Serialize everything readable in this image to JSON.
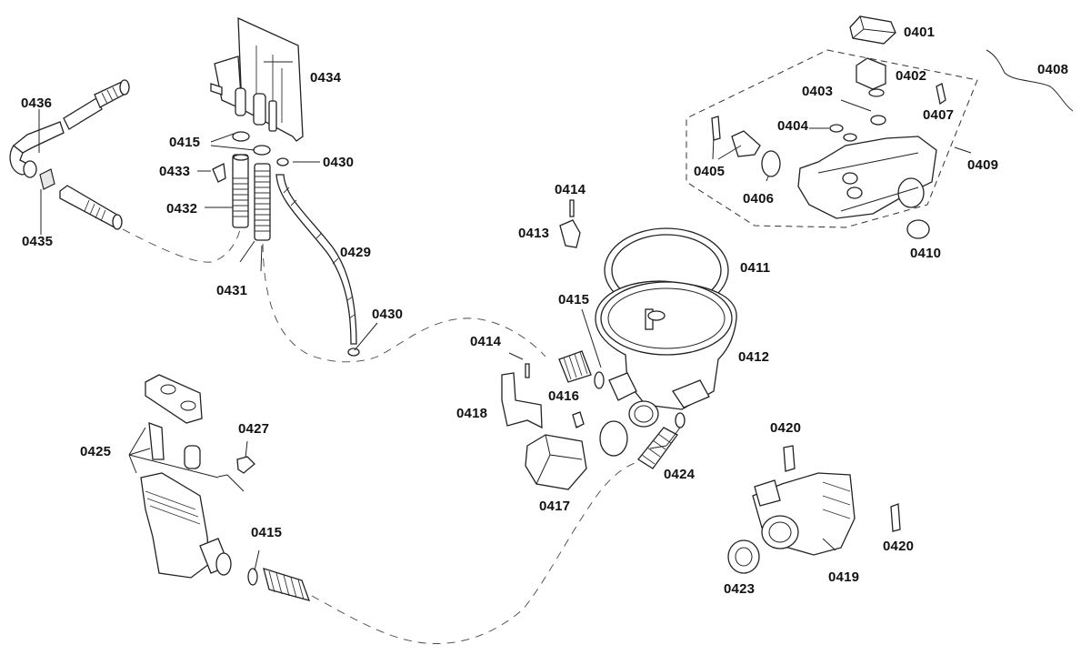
{
  "diagram": {
    "title": "Dishwasher sump / pump assembly exploded parts view",
    "parts": {
      "p0401": "0401",
      "p0402": "0402",
      "p0403": "0403",
      "p0404": "0404",
      "p0405": "0405",
      "p0406": "0406",
      "p0407": "0407",
      "p0408": "0408",
      "p0409": "0409",
      "p0410": "0410",
      "p0411": "0411",
      "p0412": "0412",
      "p0413": "0413",
      "p0414a": "0414",
      "p0414b": "0414",
      "p0415a": "0415",
      "p0415b": "0415",
      "p0415c": "0415",
      "p0416": "0416",
      "p0417": "0417",
      "p0418": "0418",
      "p0419": "0419",
      "p0420a": "0420",
      "p0420b": "0420",
      "p0423": "0423",
      "p0424": "0424",
      "p0425": "0425",
      "p0427": "0427",
      "p0429": "0429",
      "p0430a": "0430",
      "p0430b": "0430",
      "p0431": "0431",
      "p0432": "0432",
      "p0433": "0433",
      "p0434": "0434",
      "p0435": "0435",
      "p0436": "0436"
    }
  }
}
